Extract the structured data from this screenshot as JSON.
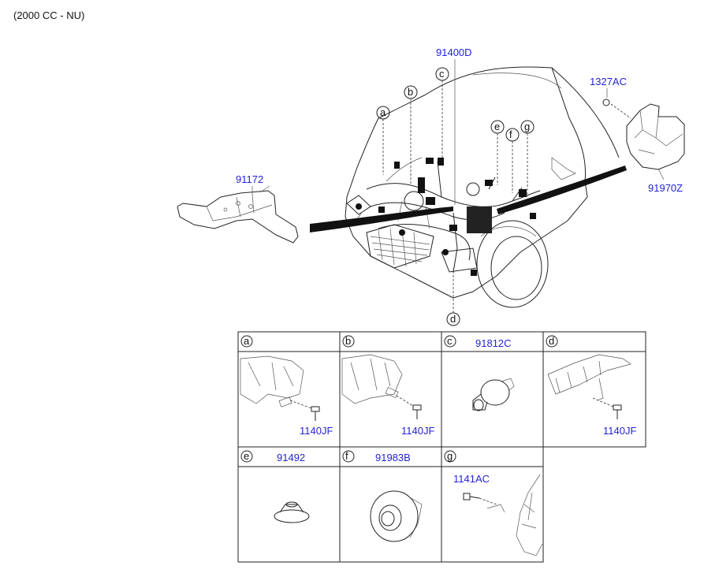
{
  "header": {
    "engine_note": "(2000 CC - NU)"
  },
  "main_diagram": {
    "callouts": {
      "c_91400D": "91400D",
      "c_1327AC": "1327AC",
      "c_91970Z": "91970Z",
      "c_91172": "91172"
    },
    "markers": {
      "a": "a",
      "b": "b",
      "c": "c",
      "d": "d",
      "e": "e",
      "f": "f",
      "g": "g"
    }
  },
  "detail_grid": {
    "cells": [
      {
        "letter": "a",
        "part": "",
        "callout": "1140JF"
      },
      {
        "letter": "b",
        "part": "",
        "callout": "1140JF"
      },
      {
        "letter": "c",
        "part": "91812C",
        "callout": ""
      },
      {
        "letter": "d",
        "part": "",
        "callout": "1140JF"
      },
      {
        "letter": "e",
        "part": "91492",
        "callout": ""
      },
      {
        "letter": "f",
        "part": "91983B",
        "callout": ""
      },
      {
        "letter": "g",
        "part": "",
        "callout": "1141AC"
      }
    ]
  }
}
